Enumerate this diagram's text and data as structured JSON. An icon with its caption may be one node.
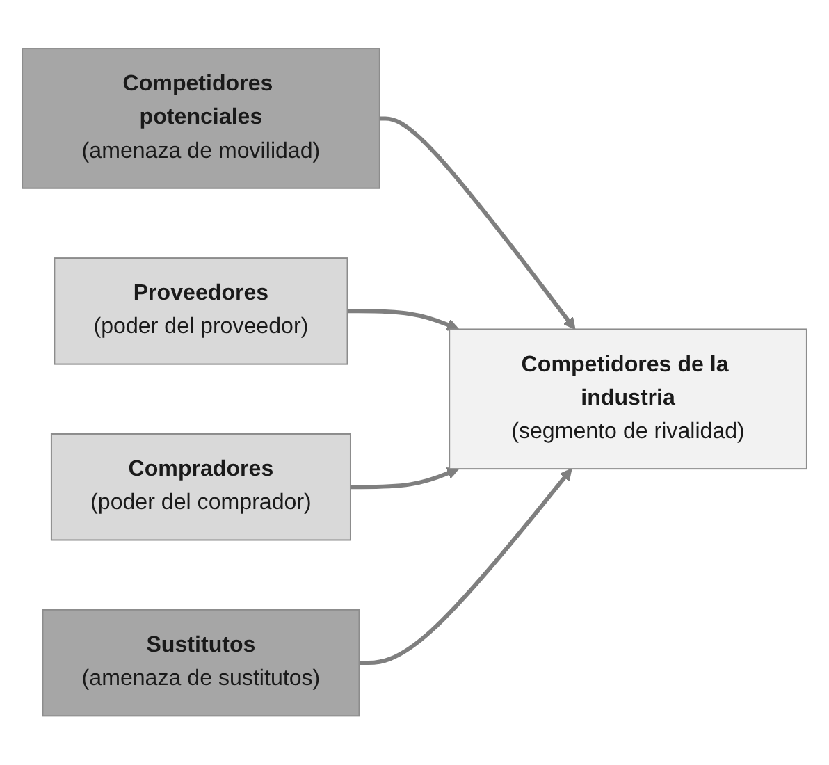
{
  "diagram": {
    "nodes": [
      {
        "text": [
          "Competidores potenciales",
          "(amenaza de movilidad)"
        ]
      },
      {
        "text": [
          "Proveedores",
          "(poder del proveedor)"
        ]
      },
      {
        "text": [
          "Competidores de la industria",
          "(segmento de rivalidad)"
        ]
      },
      {
        "text": [
          "Compradores",
          "(poder del comprador)"
        ]
      },
      {
        "text": [
          "Sustitutos",
          "(amenaza de sustitutos)"
        ]
      }
    ],
    "edges": [
      {
        "from": 0,
        "to": 2,
        "arrow": "to"
      },
      {
        "from": 1,
        "to": 2,
        "arrow": "to"
      },
      {
        "from": 3,
        "to": 2,
        "arrow": "to"
      },
      {
        "from": 4,
        "to": 2,
        "arrow": "to"
      }
    ]
  }
}
